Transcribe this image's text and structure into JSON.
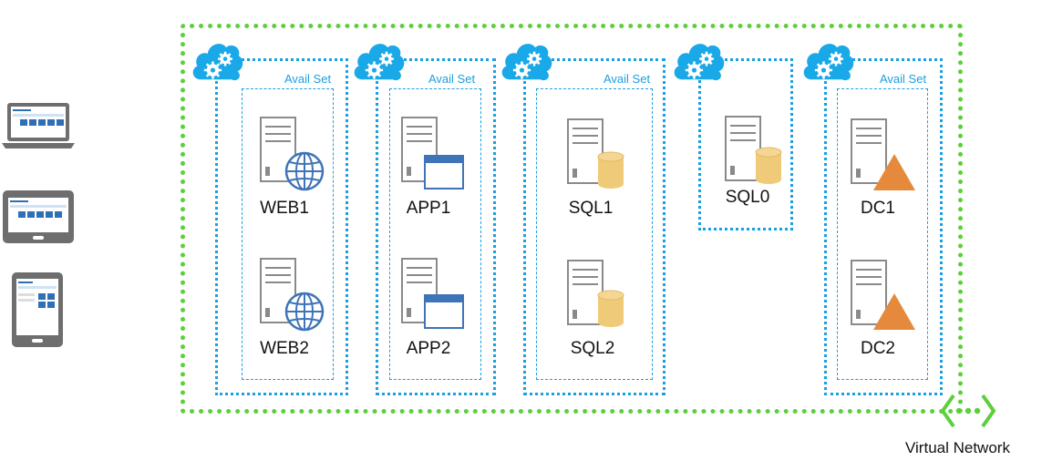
{
  "network": {
    "label": "Virtual Network"
  },
  "availset_label": "Avail Set",
  "vms": {
    "web1": "WEB1",
    "web2": "WEB2",
    "app1": "APP1",
    "app2": "APP2",
    "sql1": "SQL1",
    "sql2": "SQL2",
    "sql0": "SQL0",
    "dc1": "DC1",
    "dc2": "DC2"
  },
  "icons": {
    "cloud_service": "cloud-gear-icon",
    "server": "server-icon",
    "web": "globe-icon",
    "app": "window-icon",
    "sql": "database-icon",
    "dc": "triangle-icon",
    "vnet": "virtual-network-icon",
    "clients": [
      "laptop-icon",
      "tablet-landscape-icon",
      "tablet-portrait-icon"
    ]
  },
  "colors": {
    "vnet_border": "#5ccf3a",
    "cloud_service_border": "#1aa0e0",
    "cloud": "#19a8e8",
    "globe": "#3f74b8",
    "database": "#efca79",
    "dc_triangle": "#e58a3c"
  }
}
